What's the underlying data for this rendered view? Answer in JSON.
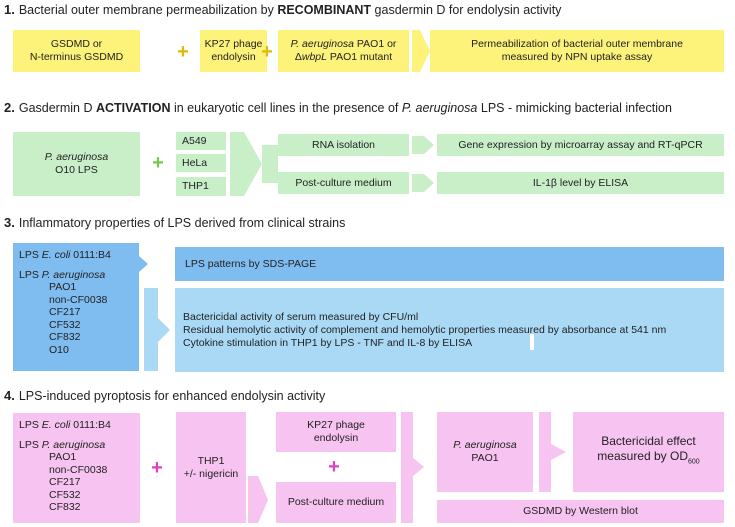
{
  "sections": [
    {
      "num": "1.",
      "pre": "Bacterial outer membrane permeabilization by ",
      "bold": "RECOMBINANT",
      "post": " gasdermin D for endolysin activity",
      "color": "#fdf27a",
      "box_gsdmd_1": "GSDMD or",
      "box_gsdmd_2": "N-terminus GSDMD",
      "box_kp27_1": "KP27 phage",
      "box_kp27_2": "endolysin",
      "box_pa_italic": "P. aeruginosa",
      "box_pa_1": " PAO1 or",
      "box_pa_delta": "Δ",
      "box_pa_wbpl": "wbpL",
      "box_pa_2": " PAO1 mutant",
      "box_result_1": "Permeabilization of bacterial outer membrane",
      "box_result_2": "measured by NPN uptake assay"
    },
    {
      "num": "2.",
      "pre": "Gasdermin D ",
      "bold": "ACTIVATION",
      "mid": " in eukaryotic cell lines in the presence of ",
      "italic": "P. aeruginosa",
      "post": " LPS - mimicking bacterial infection",
      "color": "#c9efc9",
      "lps_italic": "P. aeruginosa",
      "lps_2": "O10 LPS",
      "cells": [
        "A549",
        "HeLa",
        "THP1"
      ],
      "rna": "RNA isolation",
      "medium": "Post-culture medium",
      "gene": "Gene expression by microarray assay and RT-qPCR",
      "il1b": "IL-1β level by ELISA"
    },
    {
      "num": "3.",
      "text": "Inflammatory properties of LPS derived from clinical strains",
      "color": "#7fbdf0",
      "ecoli_pre": "LPS ",
      "ecoli_italic": "E. coli",
      "ecoli_post": " 0111:B4",
      "pa_pre": "LPS ",
      "pa_italic": "P. aeruginosa",
      "strains": [
        "PAO1",
        "non-CF0038",
        "CF217",
        "CF532",
        "CF832",
        "O10"
      ],
      "patterns": "LPS patterns by SDS-PAGE",
      "assays": [
        "Bactericidal activity of serum measured by CFU/ml",
        "Residual hemolytic activity of complement and hemolytic properties measured by absorbance at 541 nm",
        "Cytokine stimulation in THP1 by LPS - TNF and IL-8 by ELISA"
      ]
    },
    {
      "num": "4.",
      "text": "LPS-induced pyroptosis for enhanced endolysin activity",
      "color": "#f7c3f0",
      "ecoli_pre": "LPS ",
      "ecoli_italic": "E. coli",
      "ecoli_post": " 0111:B4",
      "pa_pre": "LPS ",
      "pa_italic": "P. aeruginosa",
      "strains": [
        "PAO1",
        "non-CF0038",
        "CF217",
        "CF532",
        "CF832"
      ],
      "thp1_1": "THP1",
      "thp1_2": "+/- nigericin",
      "kp27_1": "KP27 phage",
      "kp27_2": "endolysin",
      "medium": "Post-culture medium",
      "pa_italic2": "P. aeruginosa",
      "pa_strain": "PAO1",
      "bact_1": "Bactericidal effect",
      "bact_2": "measured by OD",
      "bact_sub": "600",
      "gsdmd": "GSDMD by Western blot"
    }
  ],
  "plus": "+"
}
